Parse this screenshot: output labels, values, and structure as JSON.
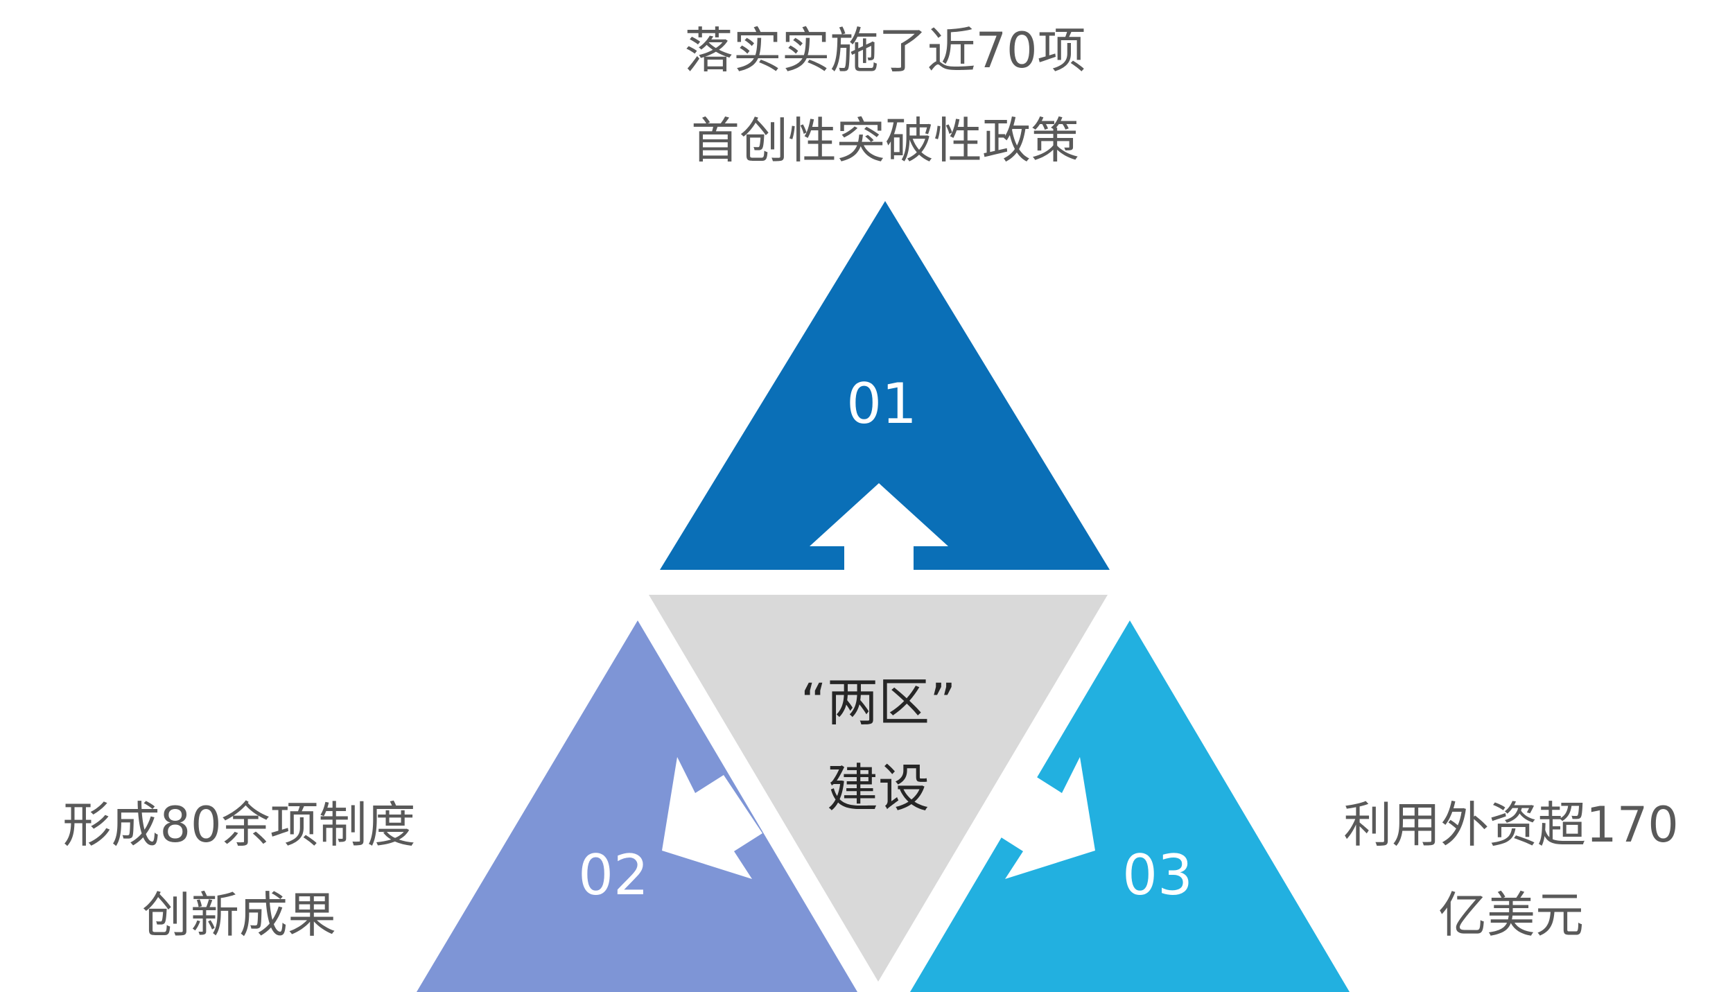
{
  "center": {
    "line1": "“两区”",
    "line2": "建设",
    "color": "#d9d9d9"
  },
  "items": [
    {
      "number": "01",
      "color": "#0a6fb7",
      "caption_line1": "落实实施了近70项",
      "caption_line2": "首创性突破性政策"
    },
    {
      "number": "02",
      "color": "#7e95d6",
      "caption_line1": "形成80余项制度",
      "caption_line2": "创新成果"
    },
    {
      "number": "03",
      "color": "#22b0e0",
      "caption_line1": "利用外资超170",
      "caption_line2": "亿美元"
    }
  ]
}
